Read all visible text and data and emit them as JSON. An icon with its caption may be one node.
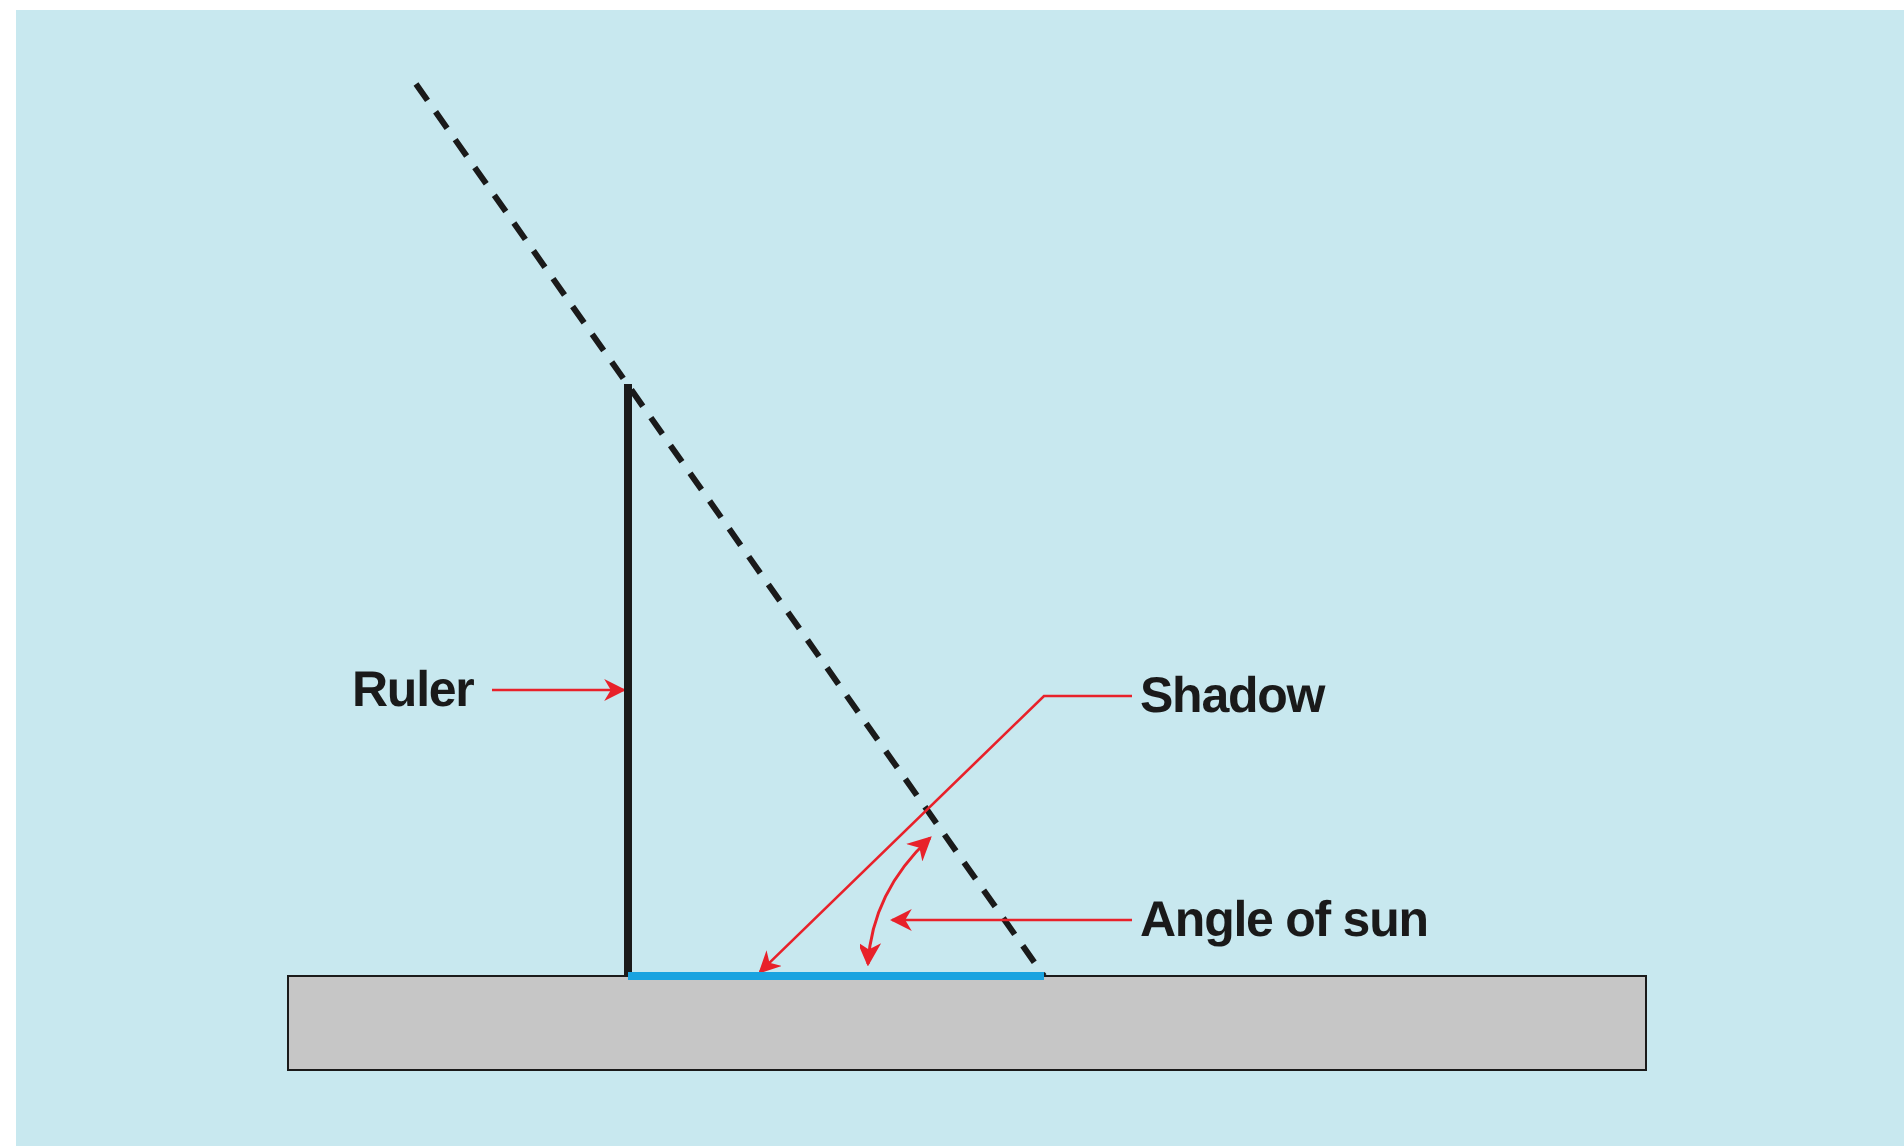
{
  "diagram": {
    "nodes": [
      {
        "text": [
          "Ruler"
        ]
      },
      {
        "text": [],
        "shape": "bar"
      },
      {
        "text": [
          "Shadow"
        ]
      },
      {
        "text": [],
        "shape": "bar"
      },
      {
        "text": [
          "Angle of sun"
        ]
      },
      {
        "text": [],
        "shape": "arc"
      }
    ],
    "edges": [
      {
        "from": 0,
        "to": 1,
        "arrow": "to",
        "color": "#e8212a"
      },
      {
        "from": 2,
        "to": 3,
        "arrow": "to",
        "color": "#e8212a"
      },
      {
        "from": 4,
        "to": 5,
        "arrow": "to",
        "color": "#e8212a"
      }
    ]
  }
}
